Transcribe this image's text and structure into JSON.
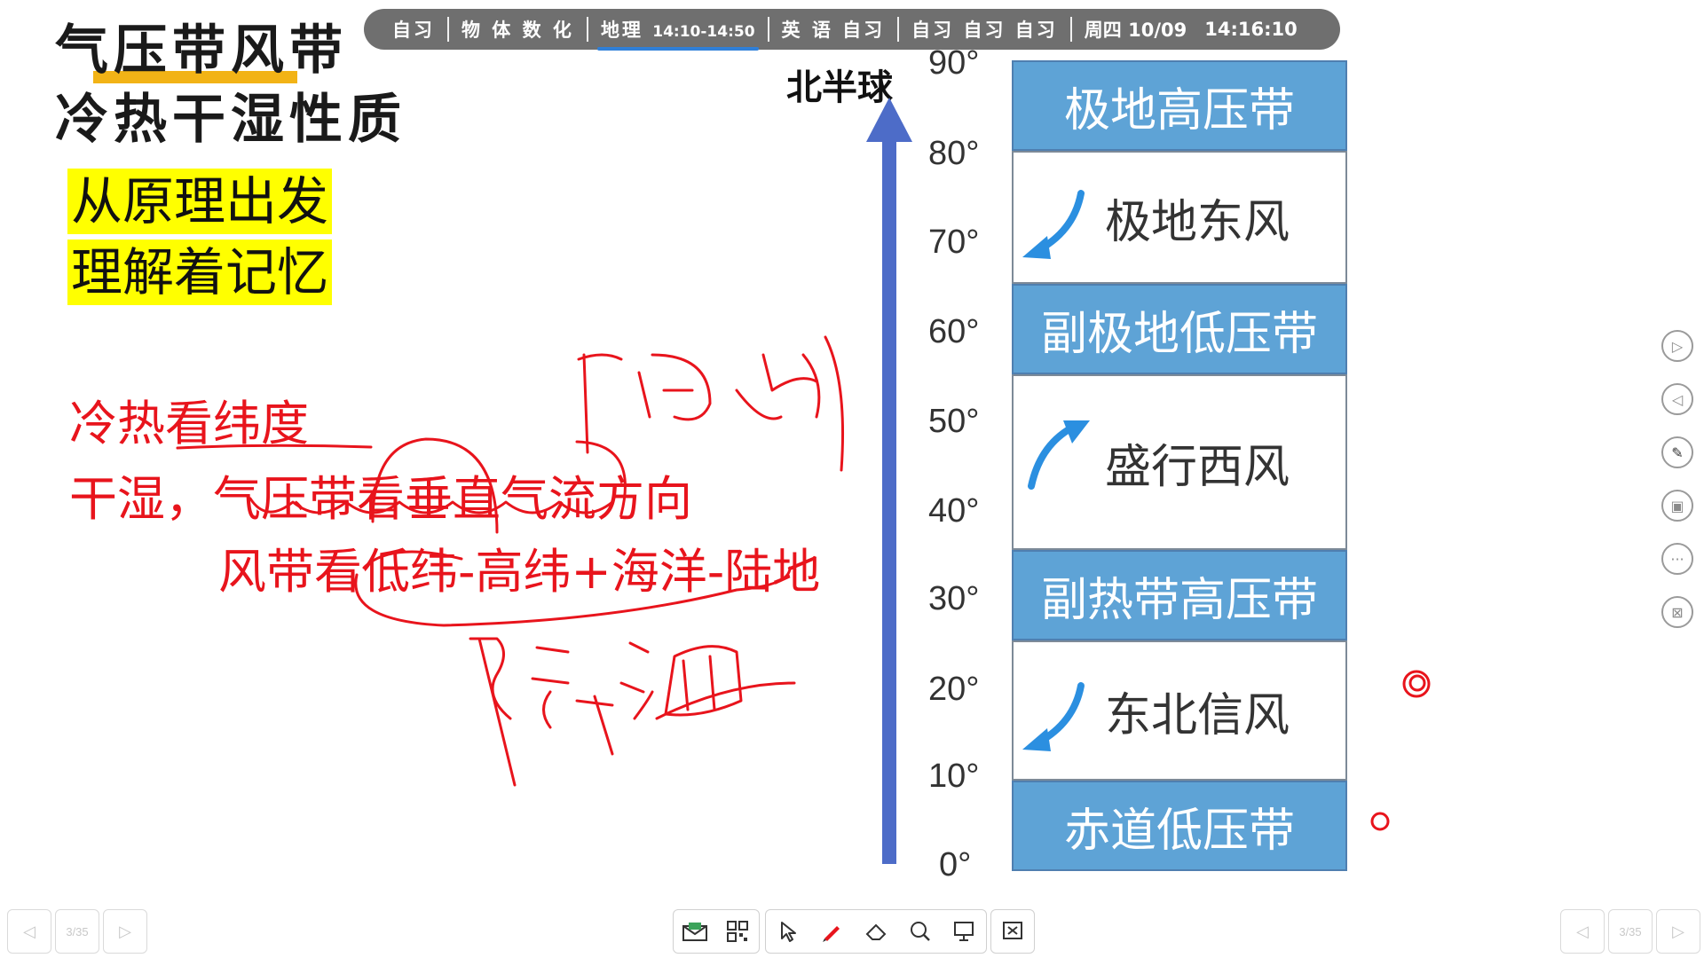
{
  "title": {
    "line1": "气压带风带",
    "line2": "冷热干湿性质"
  },
  "motto": {
    "line1": "从原理出发",
    "line2": "理解着记忆"
  },
  "notes": {
    "line1": "冷热看纬度",
    "line2": "干湿，气压带看垂直气流方向",
    "line3": "风带看低纬-高纬+海洋-陆地"
  },
  "schedule_bar": {
    "items": [
      "自习",
      "物 体 数 化",
      "地理",
      "英 语 自习",
      "自习  自习  自习"
    ],
    "current_subject": "地理",
    "current_time": "14:10-14:50",
    "date": "周四 10/09",
    "clock": "14:16:10"
  },
  "diagram": {
    "hemisphere_label": "北半球",
    "latitudes": [
      "90°",
      "80°",
      "70°",
      "60°",
      "50°",
      "40°",
      "30°",
      "20°",
      "10°",
      "0°"
    ],
    "belts": [
      {
        "label": "极地高压带",
        "kind": "pressure"
      },
      {
        "label": "极地东风",
        "kind": "wind",
        "arrow": "down-left"
      },
      {
        "label": "副极地低压带",
        "kind": "pressure"
      },
      {
        "label": "盛行西风",
        "kind": "wind",
        "arrow": "up-right"
      },
      {
        "label": "副热带高压带",
        "kind": "pressure"
      },
      {
        "label": "东北信风",
        "kind": "wind",
        "arrow": "down-left"
      },
      {
        "label": "赤道低压带",
        "kind": "pressure"
      }
    ],
    "colors": {
      "pressure_fill": "#5ea3d6",
      "axis": "#4d6cc8",
      "wind_arrow": "#2b8fe0"
    }
  },
  "pager": {
    "left_label": "3/35",
    "right_label": "3/35"
  },
  "side_tools": [
    "play-next-icon",
    "play-prev-icon",
    "pen-settings-icon",
    "screen-icon",
    "more-icon",
    "close-screen-icon"
  ],
  "bottom_tools": [
    "envelope-icon",
    "qr-grid-icon",
    "pointer-icon",
    "pen-icon",
    "eraser-icon",
    "magnifier-icon",
    "board-icon",
    "projector-icon"
  ],
  "annotation_color": "#e8141c"
}
